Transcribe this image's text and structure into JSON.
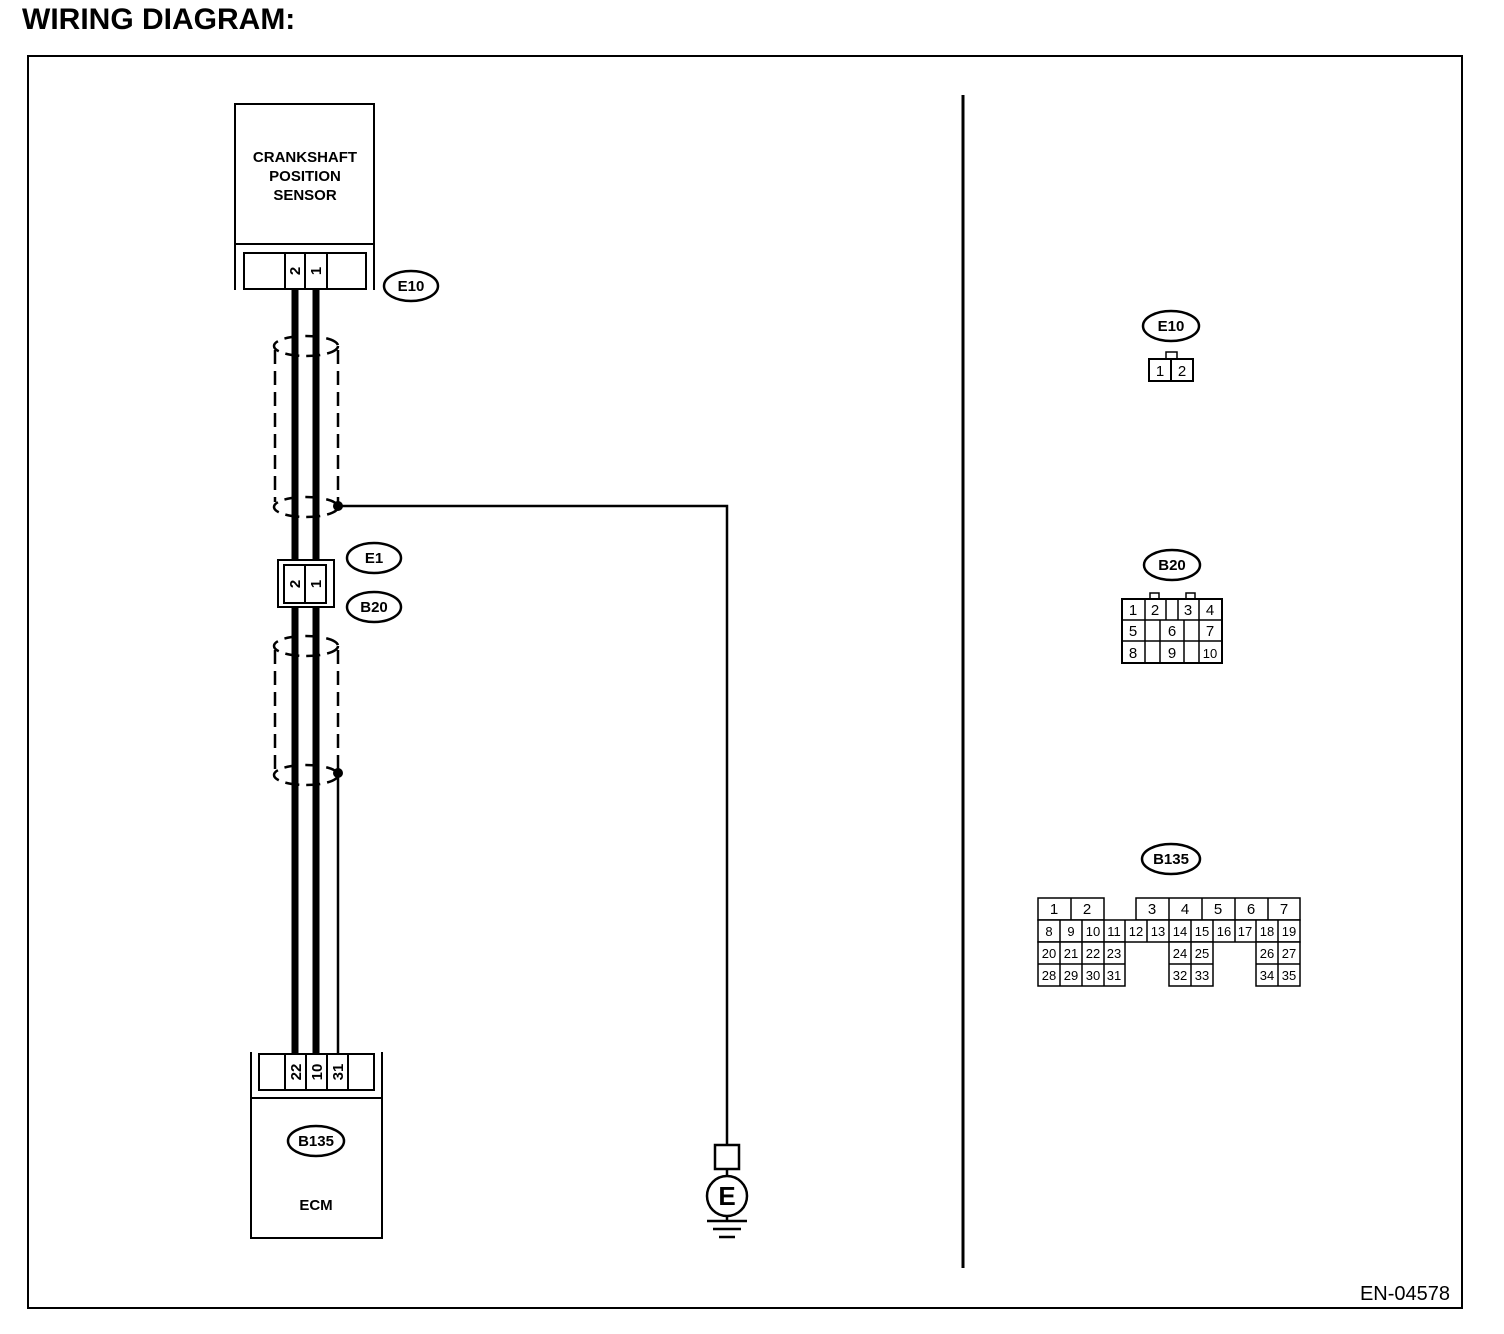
{
  "title": "WIRING DIAGRAM:",
  "sensor": {
    "name_lines": [
      "CRANKSHAFT",
      "POSITION",
      "SENSOR"
    ],
    "connector": "E10",
    "pins": [
      "2",
      "1"
    ]
  },
  "joint": {
    "upper_connector": "E1",
    "lower_connector": "B20",
    "pins": [
      "2",
      "1"
    ]
  },
  "ecm": {
    "name": "ECM",
    "connector": "B135",
    "pins": [
      "22",
      "10",
      "31"
    ]
  },
  "ground": {
    "symbol": "E"
  },
  "connector_views": {
    "e10": {
      "label": "E10",
      "pins": [
        "1",
        "2"
      ]
    },
    "b20": {
      "label": "B20",
      "rows": [
        [
          "1",
          "2",
          "3",
          "4"
        ],
        [
          "5",
          "6",
          "7"
        ],
        [
          "8",
          "9",
          "10"
        ]
      ]
    },
    "b135": {
      "label": "B135",
      "rows": [
        [
          "1",
          "2",
          "3",
          "4",
          "5",
          "6",
          "7"
        ],
        [
          "8",
          "9",
          "10",
          "11",
          "12",
          "13",
          "14",
          "15",
          "16",
          "17",
          "18",
          "19"
        ],
        [
          "20",
          "21",
          "22",
          "23",
          "24",
          "25",
          "26",
          "27"
        ],
        [
          "28",
          "29",
          "30",
          "31",
          "32",
          "33",
          "34",
          "35"
        ]
      ]
    }
  },
  "figure_id": "EN-04578"
}
